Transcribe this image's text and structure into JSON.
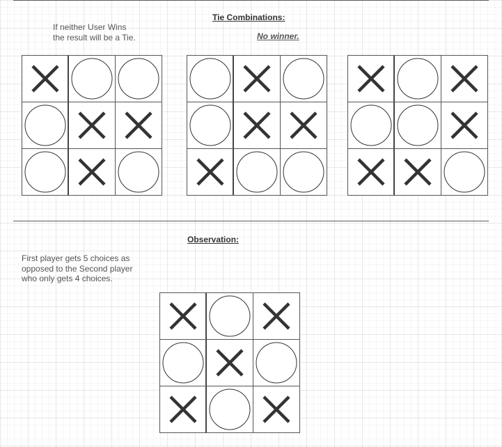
{
  "tie_section": {
    "heading": "Tie Combinations:",
    "subheading": "No winner.",
    "note_lines": [
      "If neither User Wins",
      "the result will be a Tie."
    ]
  },
  "observation_section": {
    "heading": "Observation:",
    "note_lines": [
      "First player gets 5 choices as",
      "opposed to the Second player",
      "who only gets 4 choices."
    ]
  },
  "boards": [
    {
      "cells": [
        "X",
        "O",
        "O",
        "O",
        "X",
        "X",
        "O",
        "X",
        "O"
      ]
    },
    {
      "cells": [
        "O",
        "X",
        "O",
        "O",
        "X",
        "X",
        "X",
        "O",
        "O"
      ]
    },
    {
      "cells": [
        "X",
        "O",
        "X",
        "O",
        "O",
        "X",
        "X",
        "X",
        "O"
      ]
    },
    {
      "cells": [
        "X",
        "O",
        "X",
        "O",
        "X",
        "O",
        "X",
        "O",
        "X"
      ]
    }
  ],
  "colors": {
    "mark_stroke": "#333333",
    "grid_line": "#555555"
  }
}
